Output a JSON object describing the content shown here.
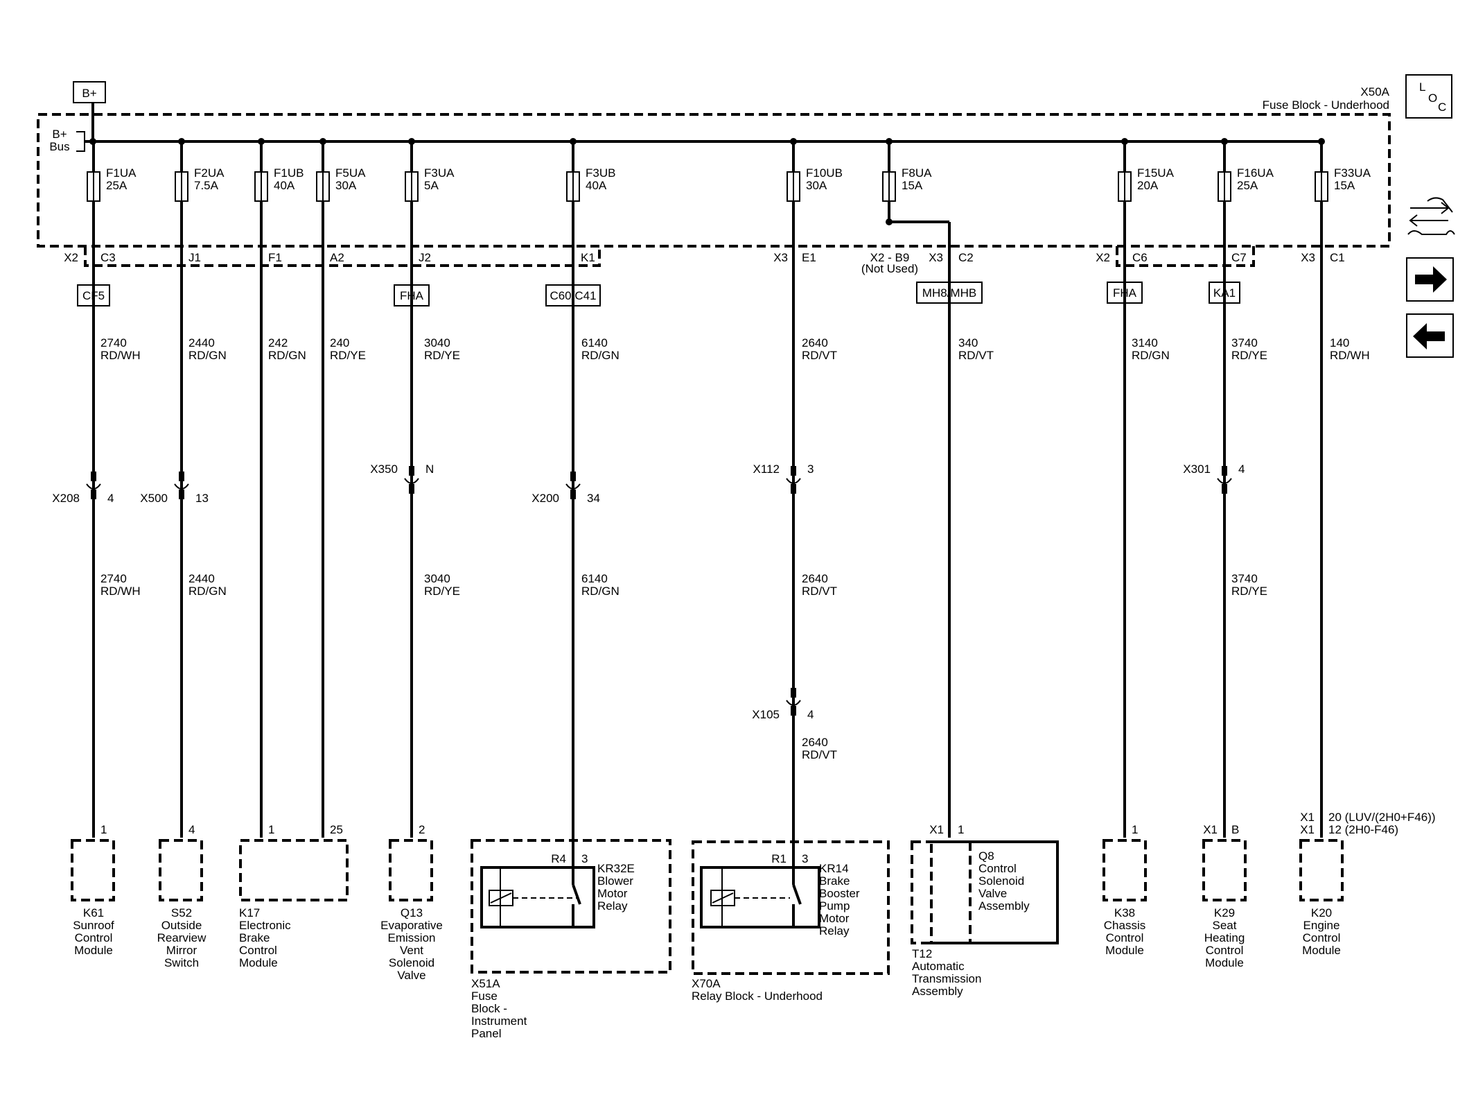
{
  "header": {
    "bplus": "B+",
    "bus_label": [
      "B+",
      "Bus"
    ],
    "fuse_block_id": "X50A",
    "fuse_block_name": "Fuse Block - Underhood",
    "loc": [
      "L",
      "O",
      "C"
    ]
  },
  "nav_icons": [
    "connector-end-view-icon",
    "forward-arrow-icon",
    "back-arrow-icon"
  ],
  "fuses": [
    {
      "name": "F1UA",
      "rating": "25A"
    },
    {
      "name": "F2UA",
      "rating": "7.5A"
    },
    {
      "name": "F1UB",
      "rating": "40A"
    },
    {
      "name": "F5UA",
      "rating": "30A"
    },
    {
      "name": "F3UA",
      "rating": "5A"
    },
    {
      "name": "F3UB",
      "rating": "40A"
    },
    {
      "name": "F10UB",
      "rating": "30A"
    },
    {
      "name": "F8UA",
      "rating": "15A"
    },
    {
      "name": "F15UA",
      "rating": "20A"
    },
    {
      "name": "F16UA",
      "rating": "25A"
    },
    {
      "name": "F33UA",
      "rating": "15A"
    }
  ],
  "connectors": {
    "x2_left": "X2",
    "pins_left": [
      "C3",
      "J1",
      "F1",
      "A2",
      "J2",
      "K1"
    ],
    "x3_e1": [
      "X3",
      "E1"
    ],
    "x2_b9": "X2 - B9",
    "not_used": "(Not Used)",
    "x3_c2": [
      "X3",
      "C2"
    ],
    "x2_c6": [
      "X2",
      "C6"
    ],
    "c7": "C7",
    "x3_c1": [
      "X3",
      "C1"
    ]
  },
  "options": [
    "CF5",
    "FHA",
    "C60/C41",
    "MH8/MHB",
    "FHA",
    "KA1"
  ],
  "wires": [
    {
      "upper": [
        "2740",
        "RD/WH"
      ],
      "lower": [
        "2740",
        "RD/WH"
      ]
    },
    {
      "upper": [
        "2440",
        "RD/GN"
      ],
      "lower": [
        "2440",
        "RD/GN"
      ]
    },
    {
      "upper": [
        "242",
        "RD/GN"
      ]
    },
    {
      "upper": [
        "240",
        "RD/YE"
      ]
    },
    {
      "upper": [
        "3040",
        "RD/YE"
      ],
      "lower": [
        "3040",
        "RD/YE"
      ]
    },
    {
      "upper": [
        "6140",
        "RD/GN"
      ],
      "lower": [
        "6140",
        "RD/GN"
      ]
    },
    {
      "upper": [
        "2640",
        "RD/VT"
      ],
      "lower": [
        "2640",
        "RD/VT"
      ],
      "bottom": [
        "2640",
        "RD/VT"
      ]
    },
    {
      "upper": [
        "340",
        "RD/VT"
      ]
    },
    {
      "upper": [
        "3140",
        "RD/GN"
      ]
    },
    {
      "upper": [
        "3740",
        "RD/YE"
      ],
      "lower": [
        "3740",
        "RD/YE"
      ]
    },
    {
      "upper": [
        "140",
        "RD/WH"
      ]
    }
  ],
  "inline": [
    {
      "id": "X208",
      "pin": "4"
    },
    {
      "id": "X500",
      "pin": "13"
    },
    {
      "id": "X350",
      "pin": "N"
    },
    {
      "id": "X200",
      "pin": "34"
    },
    {
      "id": "X112",
      "pin": "3"
    },
    {
      "id": "X301",
      "pin": "4"
    },
    {
      "id": "X105",
      "pin": "4"
    }
  ],
  "component_pins": {
    "k61": "1",
    "s52": "4",
    "k17": [
      "1",
      "25"
    ],
    "q13": "2",
    "kr32e": [
      "R4",
      "3"
    ],
    "kr14": [
      "R1",
      "3"
    ],
    "t12": [
      "X1",
      "1"
    ],
    "k38": "1",
    "k29": [
      "X1",
      "B"
    ],
    "k20": [
      "X1",
      "20 (LUV/(2H0+F46))",
      "X1",
      "12 (2H0-F46)"
    ]
  },
  "components": {
    "k61": [
      "K61",
      "Sunroof",
      "Control",
      "Module"
    ],
    "s52": [
      "S52",
      "Outside",
      "Rearview",
      "Mirror",
      "Switch"
    ],
    "k17": [
      "K17",
      "Electronic",
      "Brake",
      "Control",
      "Module"
    ],
    "q13": [
      "Q13",
      "Evaporative",
      "Emission",
      "Vent",
      "Solenoid",
      "Valve"
    ],
    "kr32e": [
      "KR32E",
      "Blower",
      "Motor",
      "Relay"
    ],
    "x51a": [
      "X51A",
      "Fuse",
      "Block -",
      "Instrument",
      "Panel"
    ],
    "kr14": [
      "KR14",
      "Brake",
      "Booster",
      "Pump",
      "Motor",
      "Relay"
    ],
    "x70a": [
      "X70A",
      "Relay Block - Underhood"
    ],
    "q8": [
      "Q8",
      "Control",
      "Solenoid",
      "Valve",
      "Assembly"
    ],
    "t12": [
      "T12",
      "Automatic",
      "Transmission",
      "Assembly"
    ],
    "k38": [
      "K38",
      "Chassis",
      "Control",
      "Module"
    ],
    "k29": [
      "K29",
      "Seat",
      "Heating",
      "Control",
      "Module"
    ],
    "k20": [
      "K20",
      "Engine",
      "Control",
      "Module"
    ]
  }
}
